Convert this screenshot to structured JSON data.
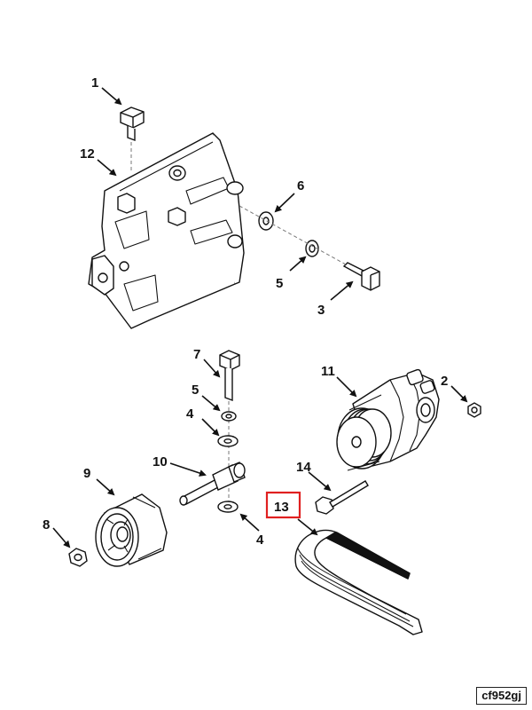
{
  "diagram": {
    "callouts": [
      {
        "id": "c1",
        "label": "1"
      },
      {
        "id": "c12",
        "label": "12"
      },
      {
        "id": "c6",
        "label": "6"
      },
      {
        "id": "c5a",
        "label": "5"
      },
      {
        "id": "c3",
        "label": "3"
      },
      {
        "id": "c7",
        "label": "7"
      },
      {
        "id": "c5b",
        "label": "5"
      },
      {
        "id": "c4a",
        "label": "4"
      },
      {
        "id": "c11",
        "label": "11"
      },
      {
        "id": "c2",
        "label": "2"
      },
      {
        "id": "c10",
        "label": "10"
      },
      {
        "id": "c9",
        "label": "9"
      },
      {
        "id": "c14",
        "label": "14"
      },
      {
        "id": "c13",
        "label": "13"
      },
      {
        "id": "c8",
        "label": "8"
      },
      {
        "id": "c4b",
        "label": "4"
      }
    ],
    "highlighted_callout": "13",
    "highlight_color": "#e02020",
    "reference_code": "cf952gj"
  }
}
